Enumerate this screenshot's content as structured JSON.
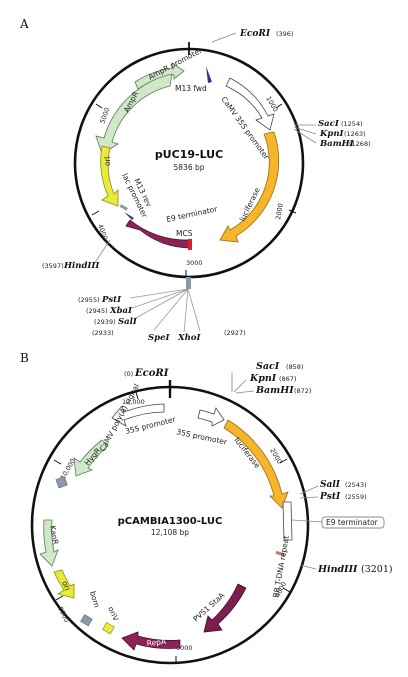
{
  "panelA": {
    "letter": "A",
    "name": "pUC19-LUC",
    "size": "5836 bp",
    "ticks": [
      "1000",
      "2000",
      "3000",
      "4000",
      "5000"
    ],
    "features": {
      "ampr_promoter": "AmpR promoter",
      "ampr": "AmpR",
      "m13fwd": "M13 fwd",
      "camv": "CaMV 35S promoter",
      "ori": "ori",
      "lac": "lac promoter",
      "m13rev": "M13 rev",
      "e9": "E9 terminator",
      "mcs": "MCS",
      "luciferase": "luciferase"
    },
    "sites": {
      "ecori_name": "EcoRI",
      "ecori_pos": "(396)",
      "saci_name": "SacI",
      "saci_pos": "(1254)",
      "kpni_name": "KpnI",
      "kpni_pos": "(1263)",
      "bamhi_name": "BamHI",
      "bamhi_pos": "(1268)",
      "hindiii_name": "HindIII",
      "hindiii_pos": "(3597)",
      "psti_name": "PstI",
      "psti_pos": "(2955)",
      "xbai_name": "XbaI",
      "xbai_pos": "(2945)",
      "sali_name": "SalI",
      "sali_pos": "(2939)",
      "spei_name": "SpeI",
      "spei_pos": "(2933)",
      "xhoi_name": "XhoI",
      "xhoi_pos": "(2927)"
    }
  },
  "panelB": {
    "letter": "B",
    "name": "pCAMBIA1300-LUC",
    "size": "12,108 bp",
    "ticks": [
      "2000",
      "4000",
      "6000",
      "8000",
      "10,000",
      "12,000"
    ],
    "features": {
      "promoter_35s_a": "35S promoter",
      "promoter_35s_b": "35S promoter",
      "hygr": "HygR",
      "camv_polya": "CaMV poly(A) signal",
      "luciferase": "luciferase",
      "e9": "E9 terminator",
      "rb": "RB T-DNA repeat",
      "kanr": "KanR",
      "ori": "ori",
      "bom": "bom",
      "oriv": "oriV",
      "pvs1": "PVS1 StaA",
      "repa": "RepA"
    },
    "sites": {
      "ecori_pos": "(0)",
      "ecori_name": "EcoRI",
      "saci_name": "SacI",
      "saci_pos": "(858)",
      "kpni_name": "KpnI",
      "kpni_pos": "(867)",
      "bamhi_name": "BamHI",
      "bamhi_pos": "(872)",
      "sali_name": "SalI",
      "sali_pos": "(2543)",
      "psti_name": "PstI",
      "psti_pos": "(2559)",
      "hindiii_name": "HindIII",
      "hindiii_pos": "(3201)"
    }
  },
  "colors": {
    "ampr": "#cfe8c9",
    "luciferase": "#f5b62a",
    "ori": "#eaea3a",
    "e9a": "#8a2456",
    "pvs1": "#7a1f4e",
    "marker": "#8a9aa8"
  }
}
